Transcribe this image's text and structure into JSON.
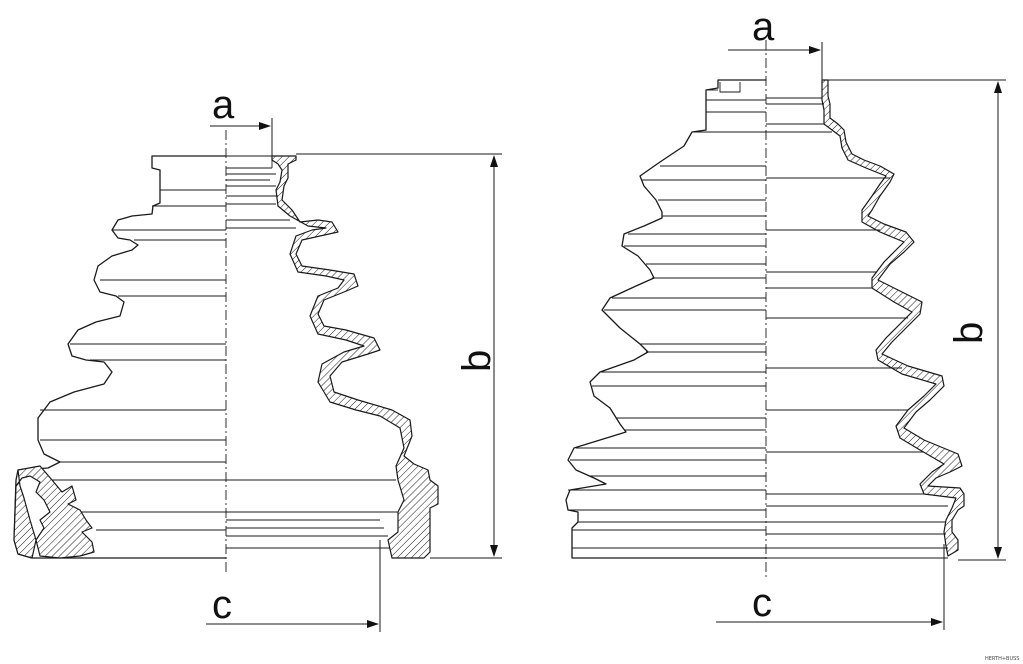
{
  "diagrams": [
    {
      "id": "left-boot",
      "labels": {
        "a": "a",
        "b": "b",
        "c": "c"
      }
    },
    {
      "id": "right-boot",
      "labels": {
        "a": "a",
        "b": "b",
        "c": "c"
      }
    }
  ],
  "footer": {
    "logo_text": "HERTH+BUSS"
  }
}
